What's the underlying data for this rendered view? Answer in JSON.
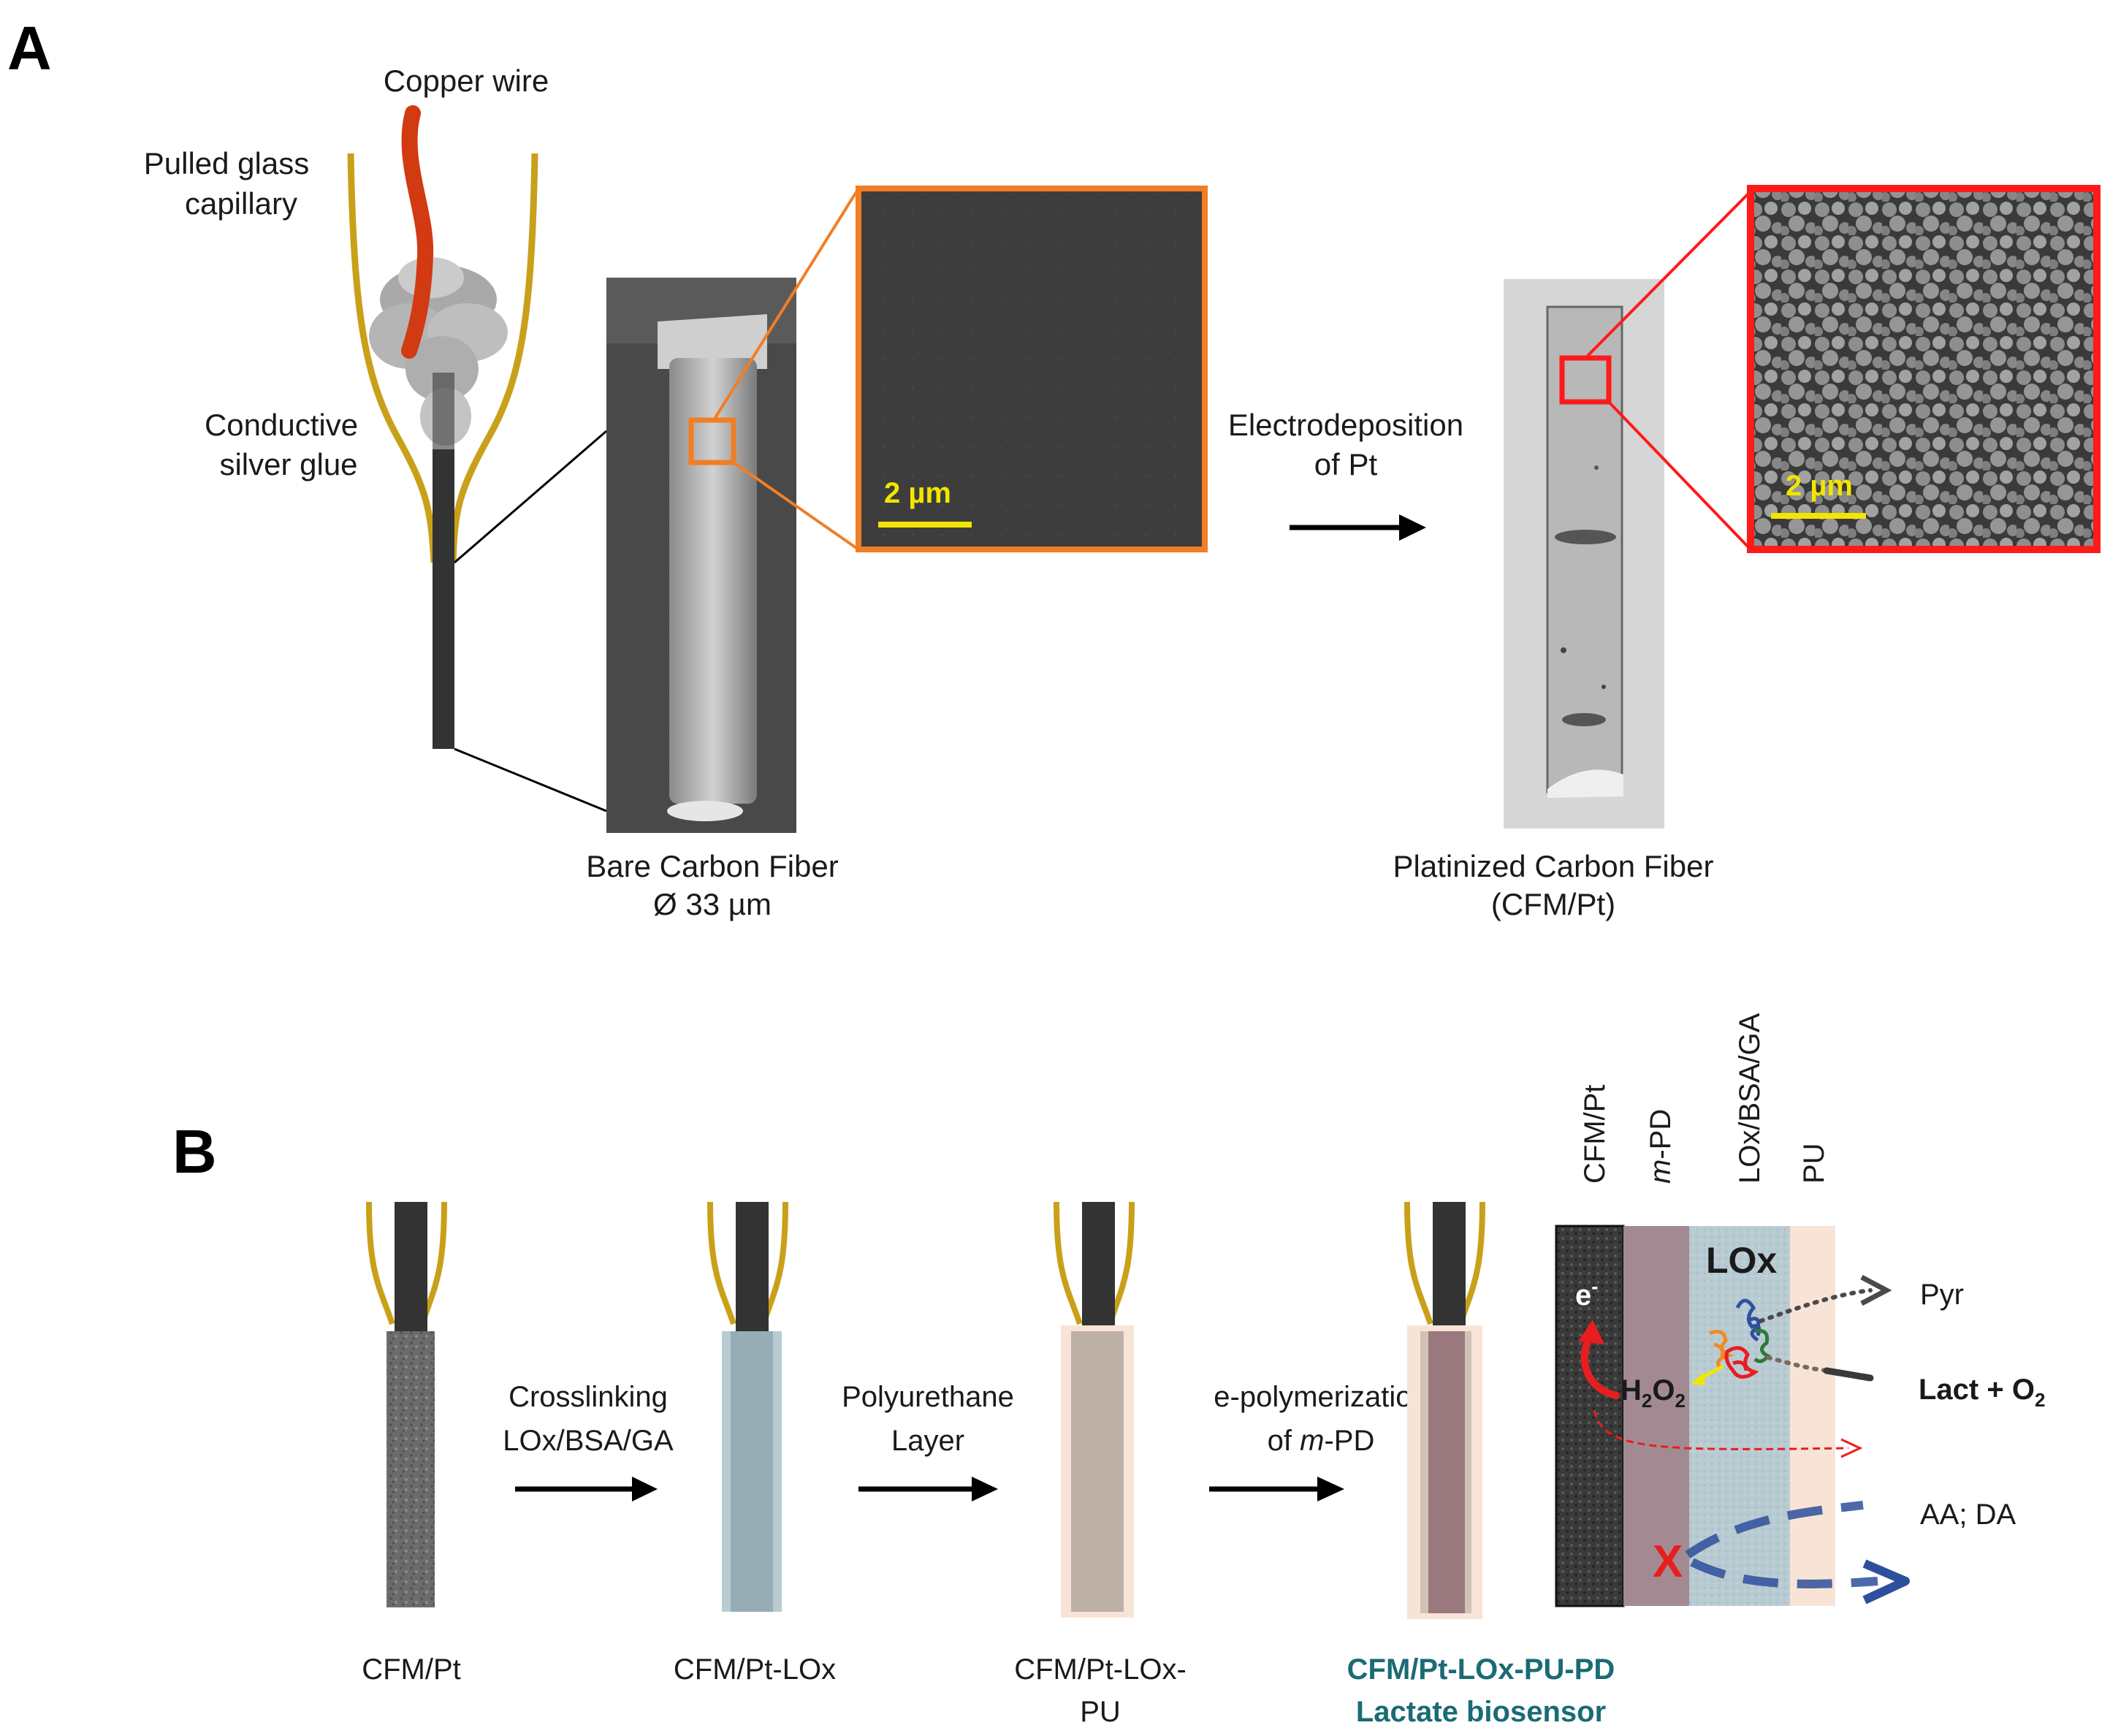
{
  "panel_a": {
    "letter": "A",
    "copper_wire": "Copper wire",
    "pulled_glass_1": "Pulled glass",
    "pulled_glass_2": "capillary",
    "silver_glue_1": "Conductive",
    "silver_glue_2": "silver glue",
    "bare_fiber_1": "Bare Carbon Fiber",
    "bare_fiber_2": "Ø 33 µm",
    "scale_bar": "2 µm",
    "electrodeposition_1": "Electrodeposition",
    "electrodeposition_2": "of Pt",
    "platinized_1": "Platinized Carbon Fiber",
    "platinized_2": "(CFM/Pt)",
    "colors": {
      "glass": "#c9a019",
      "copper": "#d23a12",
      "orange_frame": "#f07e26",
      "red_frame": "#ff1a1a",
      "scale_bar": "#f2e600"
    }
  },
  "panel_b": {
    "letter": "B",
    "step1": "CFM/Pt",
    "arrow1_1": "Crosslinking",
    "arrow1_2": "LOx/BSA/GA",
    "step2": "CFM/Pt-LOx",
    "arrow2_1": "Polyurethane",
    "arrow2_2": "Layer",
    "step3_1": "CFM/Pt-LOx-",
    "step3_2": "PU",
    "arrow3_1": "e-polymerization",
    "arrow3_2a": "of ",
    "arrow3_2b": "m",
    "arrow3_2c": "-PD",
    "step4_1": "CFM/Pt-LOx-PU-PD",
    "step4_2": "Lactate biosensor",
    "layer_cfm": "CFM/Pt",
    "layer_mpd_a": "m",
    "layer_mpd_b": "-PD",
    "layer_lox": "LOx/BSA/GA",
    "layer_pu": "PU",
    "lox": "LOx",
    "electron": "e",
    "electron_sup": "-",
    "h2o2_a": "H",
    "h2o2_b": "2",
    "h2o2_c": "O",
    "h2o2_d": "2",
    "pyr": "Pyr",
    "lact_a": "Lact + O",
    "lact_b": "2",
    "aa_da": "AA; DA",
    "blocked": "X",
    "colors": {
      "lox_layer": "#b9cbd2",
      "pu_layer": "#f8e4d6",
      "mpd_layer": "#a38a92",
      "teal_label": "#1a6b74",
      "blue_arrow": "#2e4f9c"
    }
  }
}
